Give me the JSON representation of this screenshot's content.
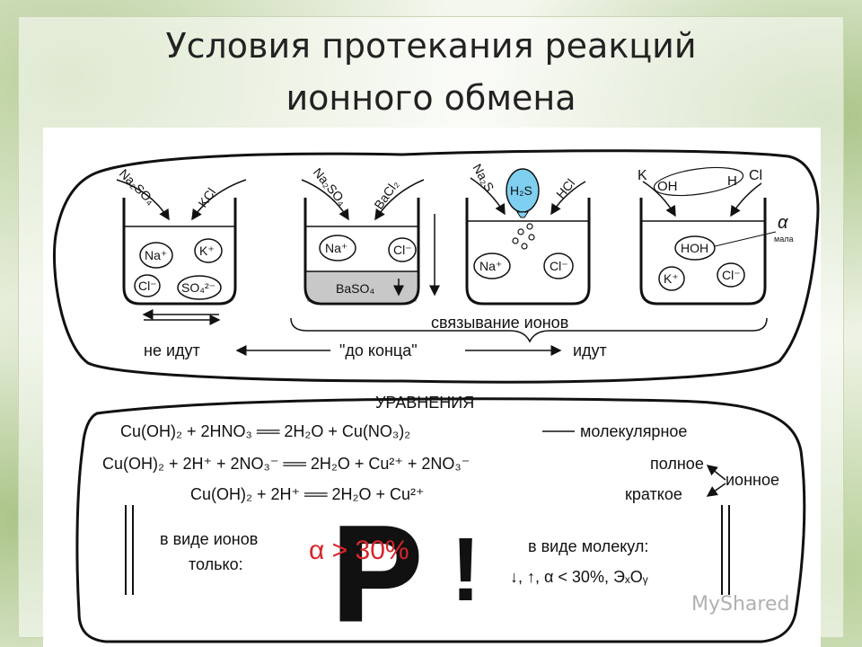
{
  "title": {
    "line1": "Условия протекания реакций",
    "line2": "ионного обмена"
  },
  "beakers": [
    {
      "reagent_left": "Na₂SO₄",
      "reagent_right": "KCl",
      "ions": [
        "Na⁺",
        "K⁺",
        "Cl⁻",
        "SO₄²⁻"
      ]
    },
    {
      "reagent_left": "Na₂SO₄",
      "reagent_right": "BaCl₂",
      "ions": [
        "Na⁺",
        "Cl⁻"
      ],
      "precipitate": "BaSO₄"
    },
    {
      "reagent_left": "Na₂S",
      "reagent_right": "HCl",
      "ions": [
        "Na⁺",
        "Cl⁻"
      ],
      "gas": "H₂S"
    },
    {
      "reagent_left": "K",
      "reagent_left_group": "OH",
      "reagent_right_h": "H",
      "reagent_right": "Cl",
      "ions": [
        "HOH",
        "K⁺",
        "Cl⁻"
      ],
      "alpha": "α",
      "alpha_note": "мала"
    }
  ],
  "captions": {
    "binding": "связывание ионов",
    "not_go": "не идут",
    "to_end": "\"до конца\"",
    "go": "идут"
  },
  "equations": {
    "header": "УРАВНЕНИЯ",
    "molecular": "Cu(OH)₂ + 2HNO₃ ══ 2H₂O + Cu(NO₃)₂",
    "molecular_label": "молекулярное",
    "full": "Cu(OH)₂ + 2H⁺ + 2NO₃⁻ ══ 2H₂O + Cu²⁺ + 2NO₃⁻",
    "full_label": "полное",
    "short": "Cu(OH)₂ + 2H⁺ ══ 2H₂O + Cu²⁺",
    "short_label": "краткое",
    "ionic_label": "ионное"
  },
  "rules": {
    "ions_only_line1": "в виде ионов",
    "ions_only_line2": "только:",
    "alpha_rule": "α > 30%",
    "big_letter": "Р",
    "exclamation": "!",
    "molecules_line1": "в виде молекул:",
    "molecules_line2": "↓, ↑,  α < 30%, ЭₓOᵧ"
  },
  "watermark": "MyShared",
  "colors": {
    "rule_red": "#d8262b",
    "precipitate": "#c8c8c8",
    "gas_bubble": "#7fd0f0"
  }
}
